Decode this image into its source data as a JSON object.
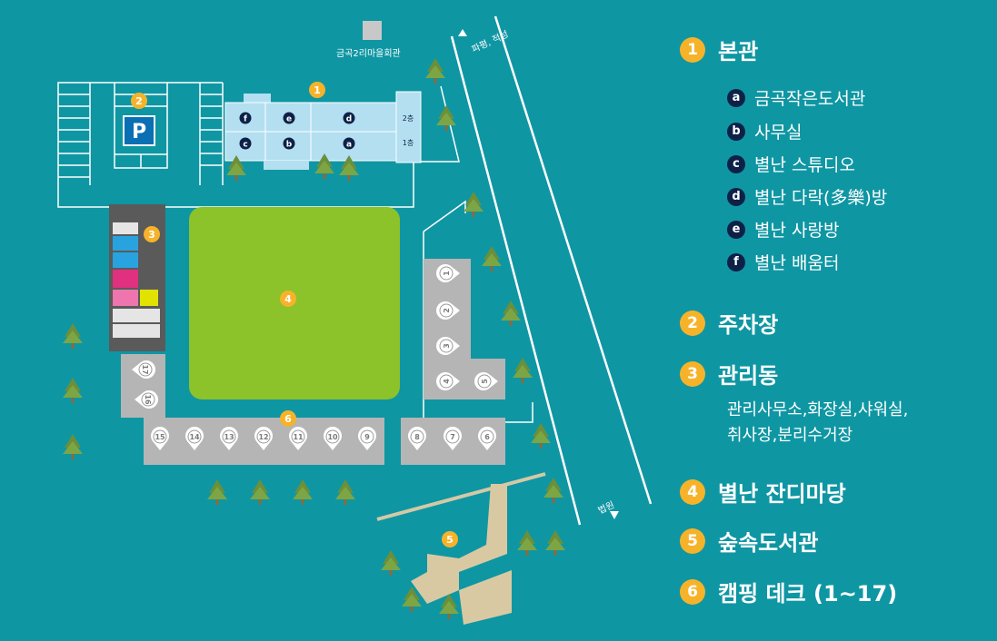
{
  "map_labels": {
    "village_hall": "금곡2리마을회관",
    "road_north": "파평, 적성",
    "road_south": "법원",
    "floor_2": "2층",
    "floor_1": "1층",
    "parking_symbol": "P",
    "marker_1": "1",
    "marker_2": "2",
    "marker_3": "3",
    "marker_4": "4",
    "marker_5": "5",
    "marker_6": "6",
    "room_letters": [
      "f",
      "e",
      "d",
      "c",
      "b",
      "a"
    ]
  },
  "deck_numbers": [
    "1",
    "2",
    "3",
    "4",
    "5",
    "6",
    "7",
    "8",
    "9",
    "10",
    "11",
    "12",
    "13",
    "14",
    "15",
    "16",
    "17"
  ],
  "legend": {
    "items": [
      {
        "num": "1",
        "title": "본관"
      },
      {
        "num": "2",
        "title": "주차장"
      },
      {
        "num": "3",
        "title": "관리동"
      },
      {
        "num": "4",
        "title": "별난 잔디마당"
      },
      {
        "num": "5",
        "title": "숲속도서관"
      },
      {
        "num": "6",
        "title": "캠핑 데크 (1~17)"
      }
    ],
    "sub_items": [
      {
        "letter": "a",
        "label": "금곡작은도서관"
      },
      {
        "letter": "b",
        "label": "사무실"
      },
      {
        "letter": "c",
        "label": "별난 스튜디오"
      },
      {
        "letter": "d",
        "label": "별난 다락(多樂)방"
      },
      {
        "letter": "e",
        "label": "별난 사랑방"
      },
      {
        "letter": "f",
        "label": "별난 배움터"
      }
    ],
    "mgmt_desc_line1": "관리사무소,화장실,샤워실,",
    "mgmt_desc_line2": "취사장,분리수거장"
  },
  "colors": {
    "background": "#0f96a3",
    "marker": "#f6b32a",
    "lawn": "#8cc22a",
    "building": "#b3dff1",
    "deck": "#b5b5b5",
    "letter_badge": "#0d2148"
  }
}
